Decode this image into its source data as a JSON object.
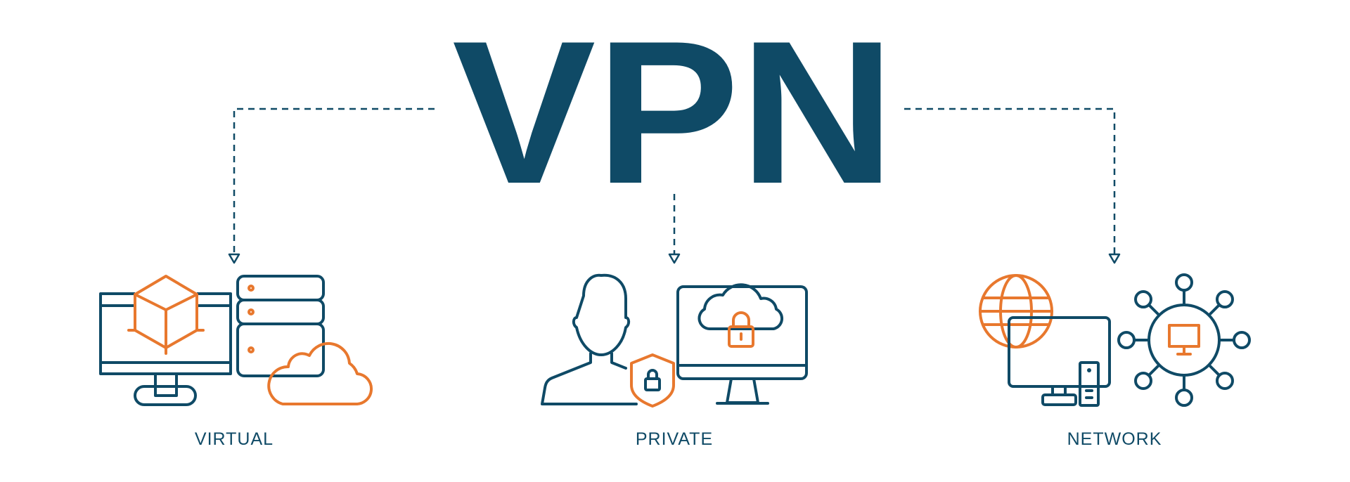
{
  "title": "VPN",
  "colors": {
    "primary": "#0f4a66",
    "accent": "#e8782e",
    "background": "#ffffff"
  },
  "sections": [
    {
      "label": "VIRTUAL",
      "icons": [
        "monitor-icon",
        "cube-icon",
        "server-icon",
        "cloud-icon"
      ]
    },
    {
      "label": "PRIVATE",
      "icons": [
        "user-icon",
        "shield-lock-icon",
        "monitor-icon",
        "cloud-lock-icon"
      ]
    },
    {
      "label": "NETWORK",
      "icons": [
        "globe-icon",
        "desktop-computer-icon",
        "network-hub-icon"
      ]
    }
  ]
}
